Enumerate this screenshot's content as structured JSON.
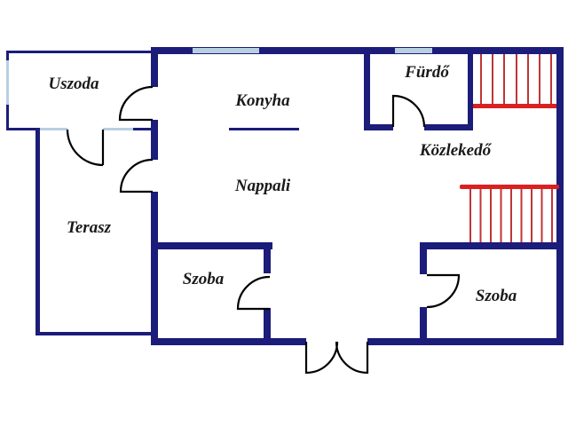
{
  "plan": {
    "type": "floor-plan",
    "rooms": {
      "uszoda": {
        "label": "Uszoda"
      },
      "konyha": {
        "label": "Konyha"
      },
      "nappali": {
        "label": "Nappali"
      },
      "terasz": {
        "label": "Terasz"
      },
      "szoba_left": {
        "label": "Szoba"
      },
      "szoba_right": {
        "label": "Szoba"
      },
      "furdo": {
        "label": "Fürdő"
      },
      "kozlekedo": {
        "label": "Közlekedő"
      }
    },
    "colors": {
      "wall": "#1c1c7a",
      "window": "#b8cfe2",
      "stair_edge": "#d92121",
      "stair_tread": "#c03535",
      "door": "#000000",
      "text": "#1a1a1a",
      "background": "#ffffff"
    },
    "stairs": {
      "upper": {
        "tread_count": 7
      },
      "lower": {
        "tread_count": 9
      }
    }
  }
}
